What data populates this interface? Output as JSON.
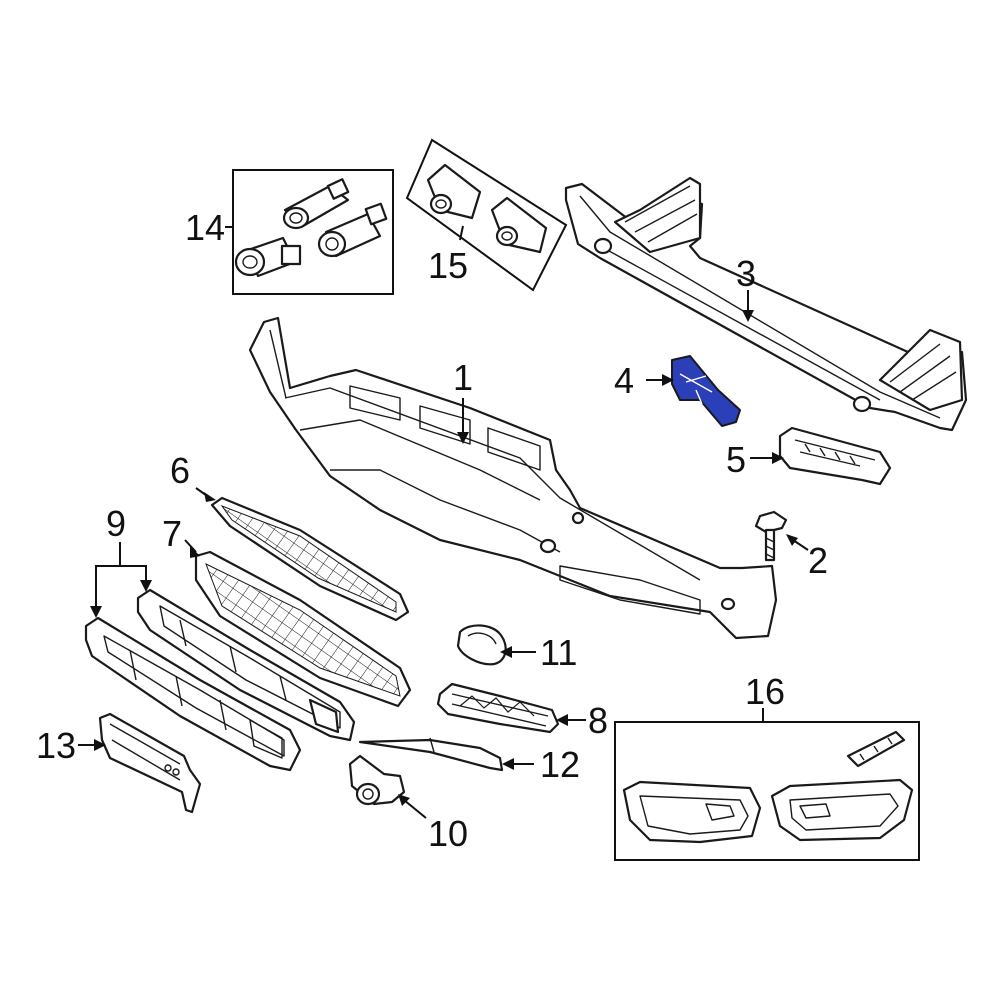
{
  "diagram": {
    "highlight_color": "#2b3fb8",
    "highlighted_part": "4",
    "callouts": {
      "p1": "1",
      "p2": "2",
      "p3": "3",
      "p4": "4",
      "p5": "5",
      "p6": "6",
      "p7": "7",
      "p8": "8",
      "p9": "9",
      "p10": "10",
      "p11": "11",
      "p12": "12",
      "p13": "13",
      "p14": "14",
      "p15": "15",
      "p16": "16"
    }
  }
}
